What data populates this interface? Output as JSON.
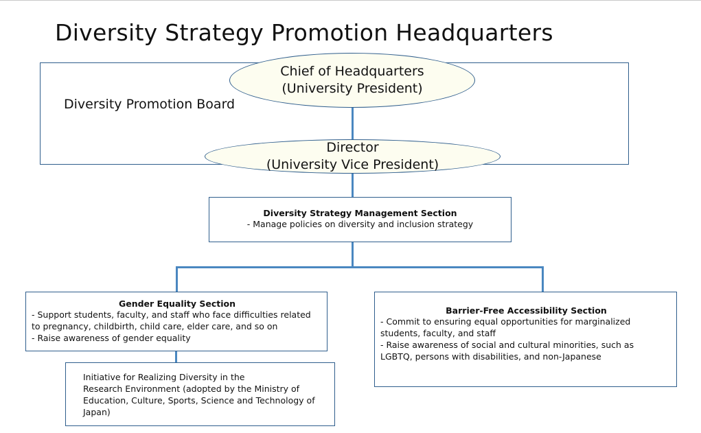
{
  "title": "Diversity Strategy Promotion Headquarters",
  "board": {
    "label": "Diversity Promotion Board"
  },
  "chief": {
    "line1": "Chief of Headquarters",
    "line2": "(University President)"
  },
  "director": {
    "line1": "Director",
    "line2": "(University Vice President)"
  },
  "management": {
    "title": "Diversity Strategy Management Section",
    "items": [
      "- Manage policies on diversity and inclusion strategy"
    ]
  },
  "gender": {
    "title": "Gender Equality Section",
    "lines": [
      "- Support students, faculty, and staff who face difficulties related",
      "to pregnancy, childbirth, child care, elder care, and so on",
      "- Raise awareness of gender equality"
    ]
  },
  "barrier": {
    "title": "Barrier-Free Accessibility Section",
    "lines": [
      "- Commit to ensuring equal opportunities for marginalized",
      "students, faculty, and staff",
      "- Raise awareness of social and cultural minorities, such as",
      "LGBTQ, persons with disabilities, and non-Japanese"
    ]
  },
  "initiative": {
    "lines": [
      "Initiative for Realizing Diversity in the",
      "Research Environment (adopted by the Ministry of",
      "Education, Culture, Sports, Science and Technology of",
      "Japan)"
    ]
  }
}
